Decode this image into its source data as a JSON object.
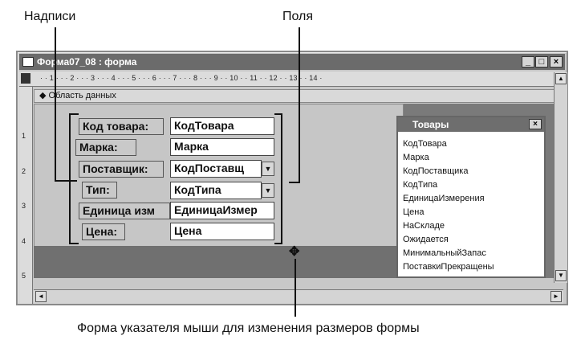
{
  "callouts": {
    "labels": "Надписи",
    "fields": "Поля",
    "cursor": "Форма указателя мыши для изменения размеров формы"
  },
  "window": {
    "title": "Форма07_08 : форма",
    "minimize": "_",
    "maximize": "□",
    "close": "×"
  },
  "ruler": {
    "numbers": "· · 1 · · · 2 · · · 3 · · · 4 · · · 5 · · · 6 · · · 7 · · · 8 · · · 9 · · 10 · · 11 · · 12 · · 13 · · 14 ·",
    "vertical": [
      "1",
      "2",
      "3",
      "4",
      "5"
    ]
  },
  "section": {
    "label": "Область данных"
  },
  "form": {
    "rows": [
      {
        "label": "Код товара:",
        "field": "КодТовара",
        "combo": false
      },
      {
        "label": "Марка:",
        "field": "Марка",
        "combo": false
      },
      {
        "label": "Поставщик:",
        "field": "КодПоставщ",
        "combo": true
      },
      {
        "label": "Тип:",
        "field": "КодТипа",
        "combo": true
      },
      {
        "label": "Единица изм",
        "field": "ЕдиницаИзмер",
        "combo": false
      },
      {
        "label": "Цена:",
        "field": "Цена",
        "combo": false
      }
    ]
  },
  "fieldlist": {
    "title": "Товары",
    "close": "×",
    "items": [
      "КодТовара",
      "Марка",
      "КодПоставщика",
      "КодТипа",
      "ЕдиницаИзмерения",
      "Цена",
      "НаСкладе",
      "Ожидается",
      "МинимальныйЗапас",
      "ПоставкиПрекращены"
    ]
  },
  "cursor_glyph": "✥"
}
